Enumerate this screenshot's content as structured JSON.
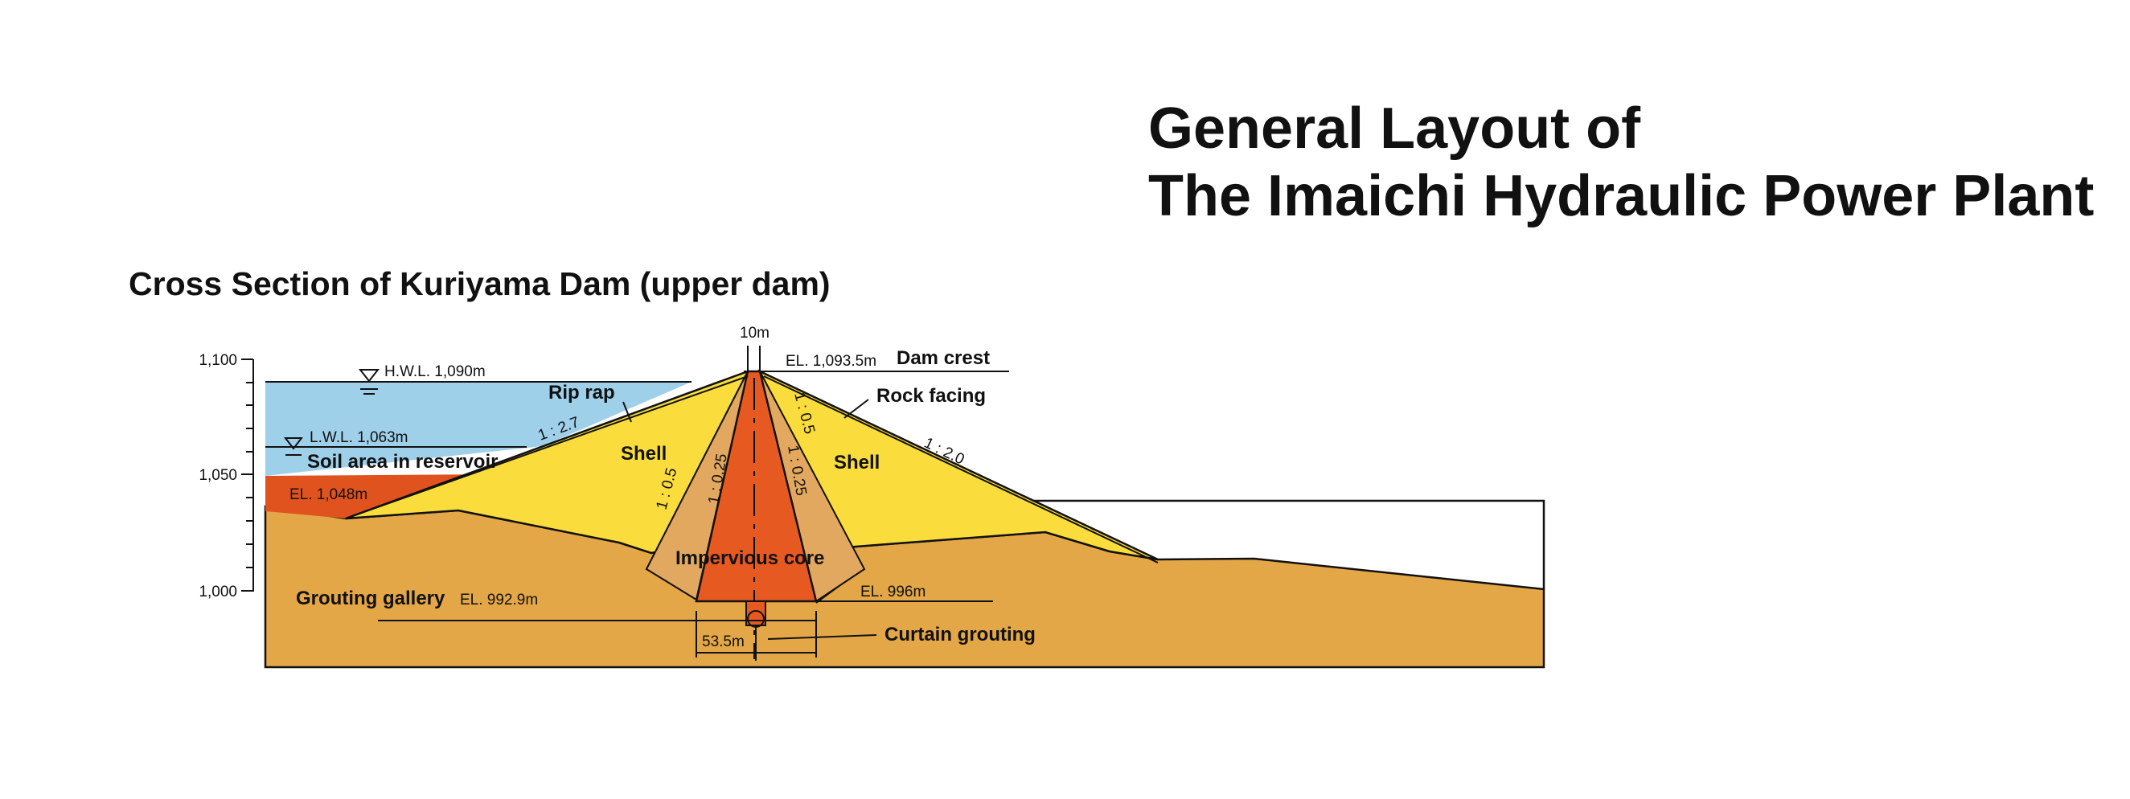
{
  "title": {
    "line1": "General Layout of",
    "line2": "The Imaichi Hydraulic Power Plant"
  },
  "section_title": "Cross Section of Kuriyama Dam (upper dam)",
  "axis": {
    "ticks": [
      "1,100",
      "1,050",
      "1,000"
    ]
  },
  "labels": {
    "crest_width": "10m",
    "crest_el": "EL. 1,093.5m",
    "dam_crest": "Dam crest",
    "hwl": "H.W.L. 1,090m",
    "lwl": "L.W.L. 1,063m",
    "rip_rap": "Rip rap",
    "rock_facing": "Rock facing",
    "slope_up": "1 : 2.7",
    "slope_down": "1 : 2.0",
    "shell_left": "Shell",
    "shell_right": "Shell",
    "slope_core_left_outer": "1 : 0.5",
    "slope_core_left_inner": "1 : 0.25",
    "slope_core_right_outer": "1 : 0.5",
    "slope_core_right_inner": "1 : 0.25",
    "soil_area": "Soil area in reservoir",
    "el_1048": "EL. 1,048m",
    "impervious_core": "Impervious core",
    "grouting_gallery": "Grouting gallery",
    "el_9929": "EL. 992.9m",
    "el_996": "EL. 996m",
    "base_width": "53.5m",
    "curtain_grouting": "Curtain grouting"
  },
  "colors": {
    "water": "#9fd0ea",
    "shell": "#fadd3c",
    "filter": "#e3a85f",
    "core": "#e65a22",
    "soil_red": "#e0531f",
    "foundation": "#e4a748",
    "outline": "#111111"
  }
}
